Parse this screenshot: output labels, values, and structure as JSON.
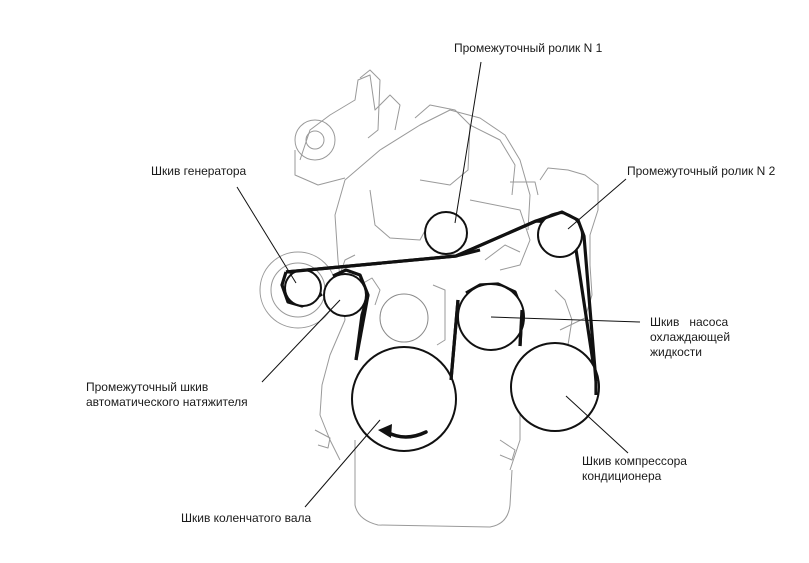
{
  "labels": {
    "idler1": "Промежуточный ролик N 1",
    "idler2": "Промежуточный ролик N 2",
    "alternator": "Шкив генератора",
    "water_pump": [
      "Шкив   насоса",
      "охлаждающей",
      "жидкости"
    ],
    "tensioner": [
      "Промежуточный шкив",
      "автоматического натяжителя"
    ],
    "compressor": [
      "Шкив компрессора",
      "кондиционера"
    ],
    "crankshaft": "Шкив коленчатого вала"
  }
}
